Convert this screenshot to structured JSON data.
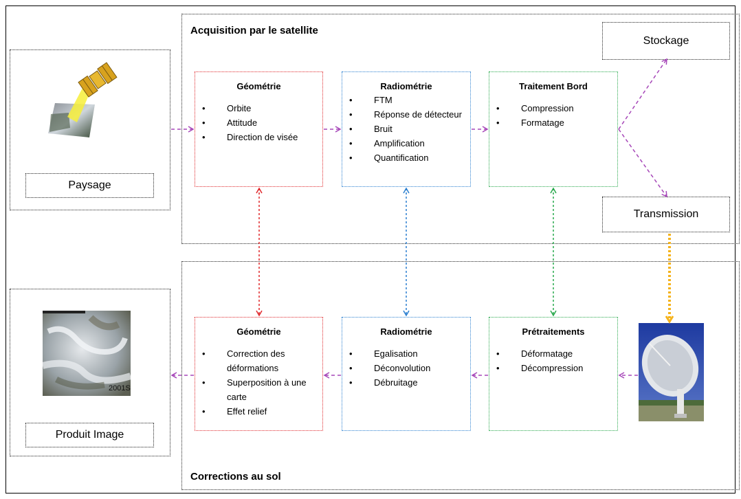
{
  "top_section": {
    "title": "Acquisition par le satellite"
  },
  "bottom_section": {
    "title": "Corrections au sol"
  },
  "left_top": {
    "label": "Paysage"
  },
  "left_bottom": {
    "label": "Produit Image",
    "overlay_text": "2001S"
  },
  "stockage": {
    "label": "Stockage"
  },
  "transmission": {
    "label": "Transmission"
  },
  "acq_geometrie": {
    "title": "Géométrie",
    "items": [
      "Orbite",
      "Attitude",
      "Direction de visée"
    ]
  },
  "acq_radiometrie": {
    "title": "Radiométrie",
    "items": [
      "FTM",
      "Réponse de détecteur",
      "Bruit",
      "Amplification",
      "Quantification"
    ]
  },
  "acq_traitement": {
    "title": "Traitement Bord",
    "items": [
      "Compression",
      "Formatage"
    ]
  },
  "sol_geometrie": {
    "title": "Géométrie",
    "items": [
      "Correction des déformations",
      "Superposition à une carte",
      "Effet relief"
    ]
  },
  "sol_radiometrie": {
    "title": "Radiométrie",
    "items": [
      "Egalisation",
      "Déconvolution",
      "Débruitage"
    ]
  },
  "sol_pretraitements": {
    "title": "Prétraitements",
    "items": [
      "Déformatage",
      "Décompression"
    ]
  },
  "colors": {
    "geometry": "#e0282c",
    "radiometry": "#2a7fd0",
    "processing": "#27a84b",
    "flow": "#a646b8",
    "downlink": "#f5b31c"
  },
  "icons": {
    "satellite": "satellite-icon",
    "antenna": "ground-antenna-icon"
  }
}
